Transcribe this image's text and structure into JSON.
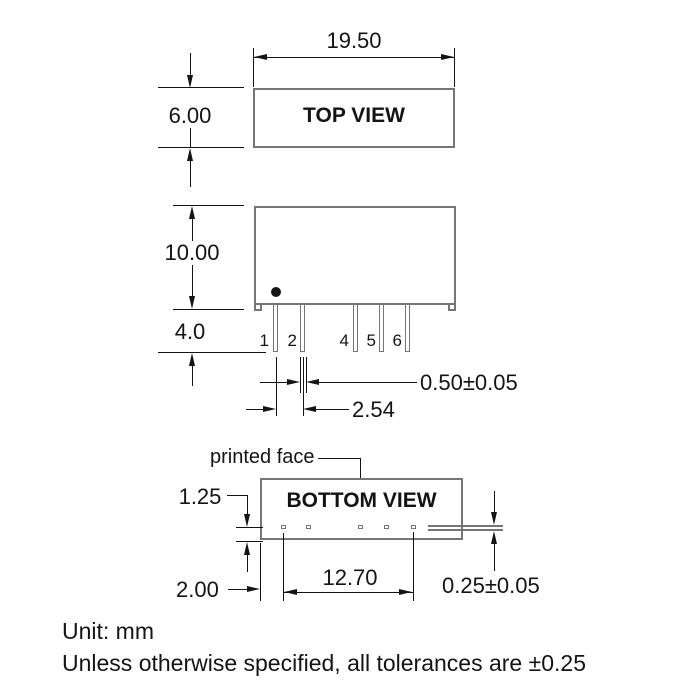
{
  "colors": {
    "outline_gray": "#767676",
    "dimension_black": "#141414",
    "background": "#ffffff"
  },
  "top_view": {
    "label": "TOP VIEW",
    "width_dim": "19.50",
    "height_dim": "6.00"
  },
  "front_view": {
    "body_height_dim": "10.00",
    "pin_length_dim": "4.0",
    "pin_width_dim": "0.50±0.05",
    "pin_pitch_dim": "2.54",
    "pin_numbers": [
      "1",
      "2",
      "4",
      "5",
      "6"
    ]
  },
  "bottom_view": {
    "label": "BOTTOM VIEW",
    "printed_face_label": "printed face",
    "pin_row_offset_dim": "1.25",
    "edge_to_pin_dim": "2.00",
    "pin_span_dim": "12.70",
    "pin_thickness_dim": "0.25±0.05"
  },
  "footer": {
    "unit_note": "Unit: mm",
    "tolerance_note": "Unless otherwise specified, all tolerances are ±0.25"
  }
}
